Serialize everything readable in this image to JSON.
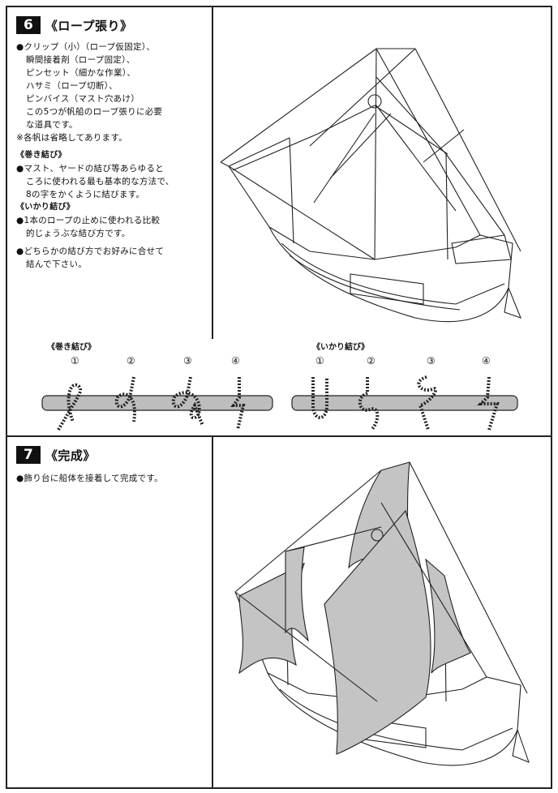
{
  "step6": {
    "number": "6",
    "title": "《ロープ張り》",
    "tools_lines": [
      "●クリップ（小）（ロープ仮固定）、",
      "瞬間接着剤（ロープ固定）、",
      "ピンセット（細かな作業）、",
      "ハサミ（ロープ切断）、",
      "ピンバイス（マスト穴あけ）",
      "この5つが帆船のロープ張りに必要",
      "な道具です。"
    ],
    "note": "※各帆は省略してあります。",
    "makimusubi_heading": "《巻き結び》",
    "makimusubi_lines": [
      "●マスト、ヤードの結び等あらゆると",
      "ころに使われる最も基本的な方法で、",
      "8の字をかくように結びます。"
    ],
    "ikari_heading": "《いかり結び》",
    "ikari_lines": [
      "●1本のロープの止めに使われる比較",
      "的じょうぶな結び方です。"
    ],
    "choice_lines": [
      "●どちらかの結び方でお好みに合せて",
      "結んで下さい。"
    ],
    "diagram_makimusubi_label": "《巻き結び》",
    "diagram_ikari_label": "《いかり結び》",
    "step_numbers": [
      "①",
      "②",
      "③",
      "④"
    ]
  },
  "step7": {
    "number": "7",
    "title": "《完成》",
    "text": "●飾り台に船体を接着して完成です。"
  }
}
